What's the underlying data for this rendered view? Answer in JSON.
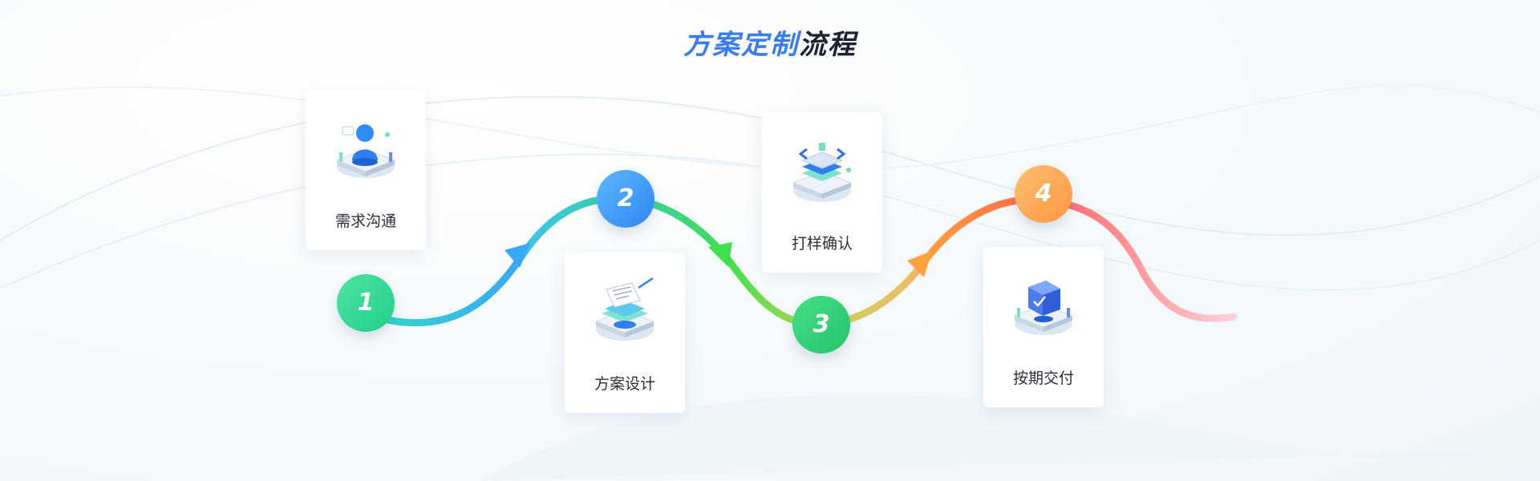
{
  "header": {
    "title_accent": "方案定制",
    "title_rest": "流程"
  },
  "steps": [
    {
      "number": "1",
      "label": "需求沟通",
      "icon": "user-consult-icon",
      "color_from": "#4fe3a0",
      "color_to": "#1fcf8a"
    },
    {
      "number": "2",
      "label": "方案设计",
      "icon": "document-design-icon",
      "color_from": "#5bb8ff",
      "color_to": "#2f86f0"
    },
    {
      "number": "3",
      "label": "打样确认",
      "icon": "server-prototype-icon",
      "color_from": "#47df86",
      "color_to": "#22c46a"
    },
    {
      "number": "4",
      "label": "按期交付",
      "icon": "package-delivery-icon",
      "color_from": "#ffc071",
      "color_to": "#ff963f"
    }
  ],
  "colors": {
    "accent_blue": "#3a7bf2",
    "title_dark": "#1d2233",
    "flow_green": "#2de36b",
    "flow_blue": "#3ab8f5",
    "flow_orange": "#ff8a3c",
    "flow_pink": "#f7b8bf"
  }
}
